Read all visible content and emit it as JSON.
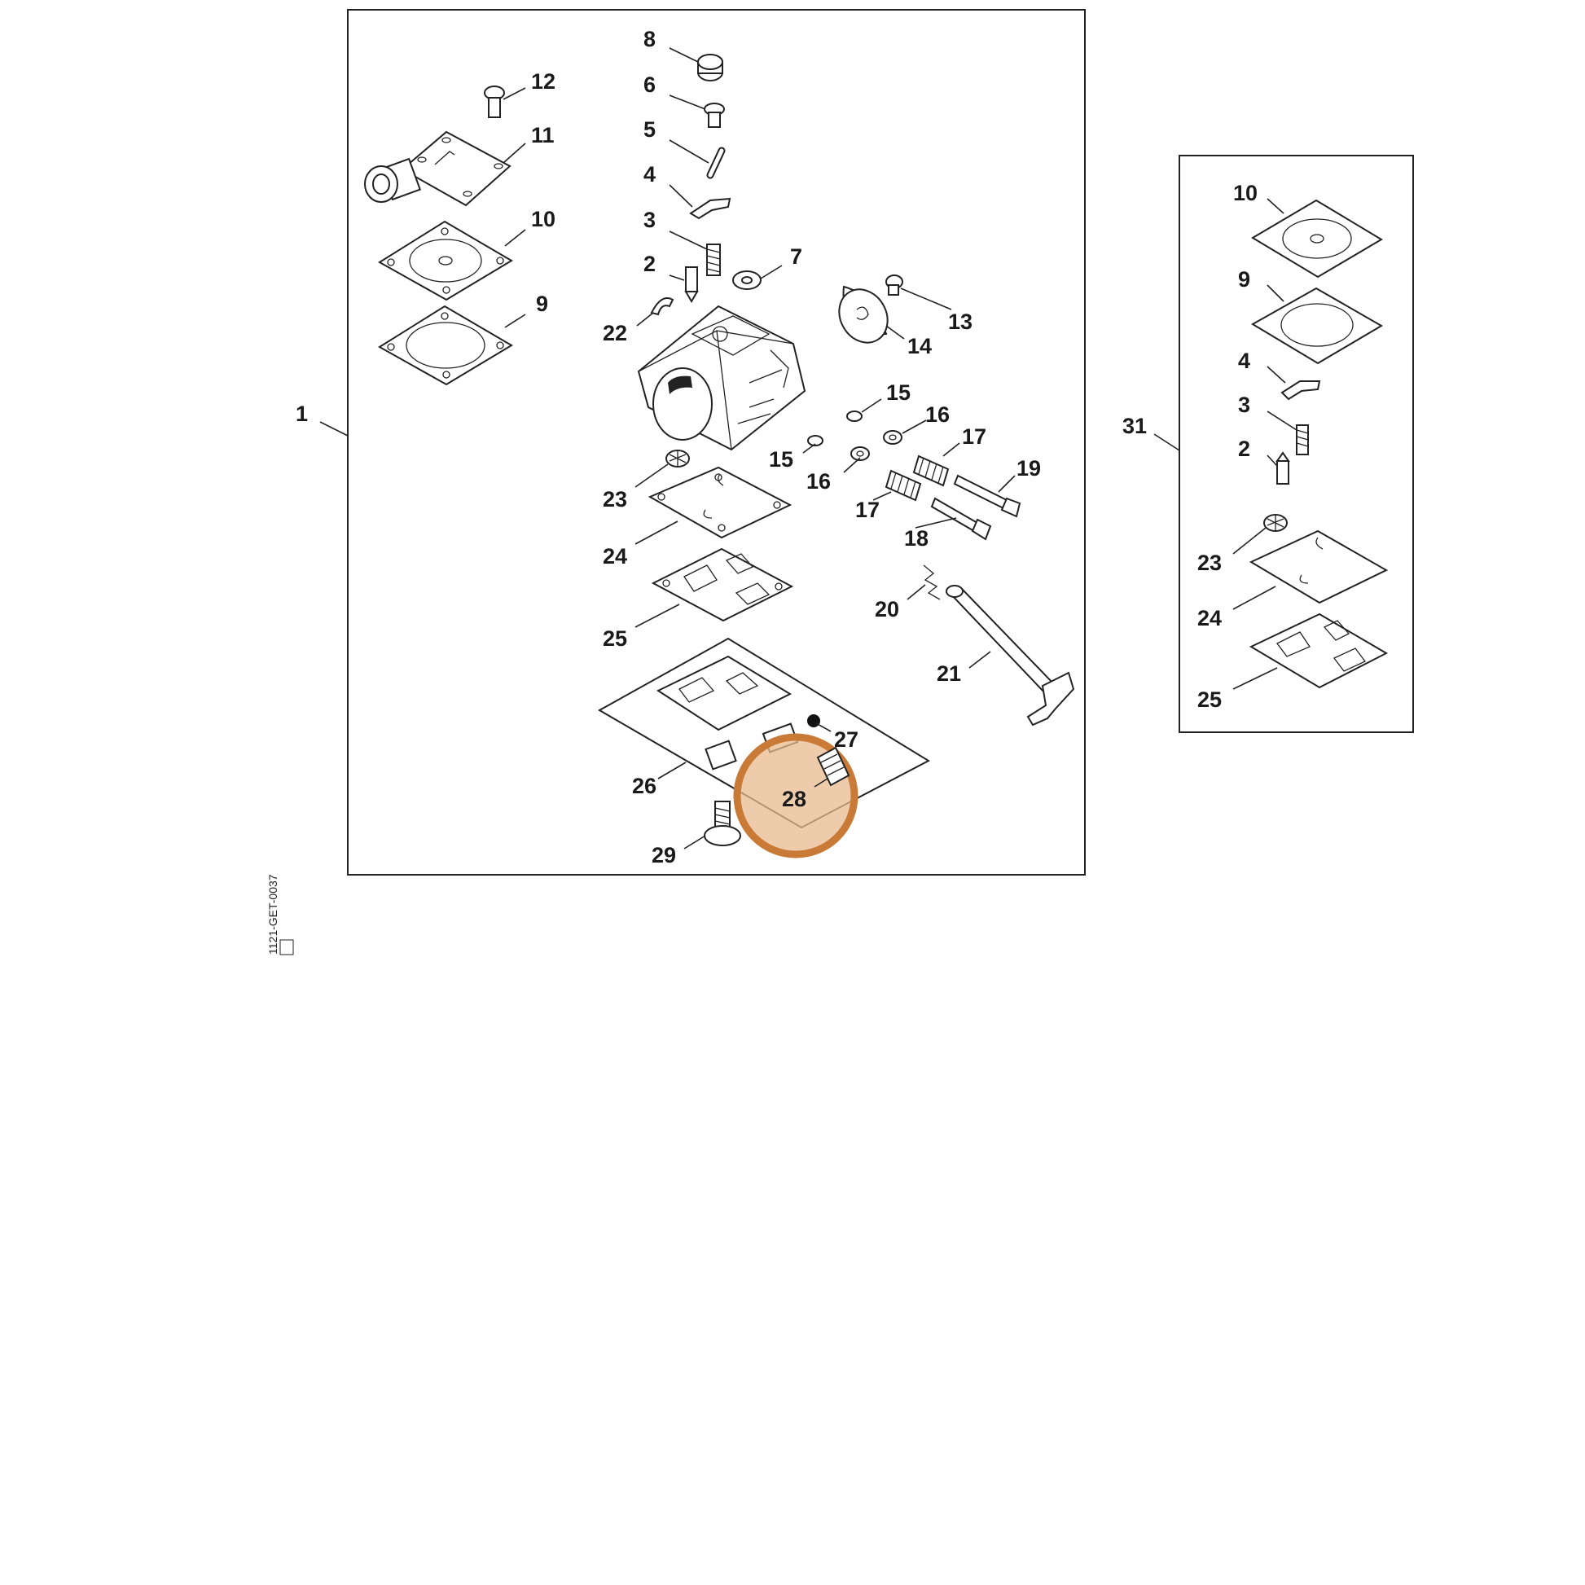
{
  "diagram": {
    "main_callout": "1",
    "kit_callout": "31",
    "drawing_code": "1121-GET-0037",
    "highlight_color": "#e8b98f",
    "highlight_stroke": "#c87a36",
    "highlighted_part": "28",
    "labels": {
      "p8": "8",
      "p6": "6",
      "p12": "12",
      "p5": "5",
      "p11": "11",
      "p4": "4",
      "p10": "10",
      "p3": "3",
      "p7": "7",
      "p2": "2",
      "p9": "9",
      "p13": "13",
      "p22": "22",
      "p14": "14",
      "p15a": "15",
      "p16a": "16",
      "p17a": "17",
      "p15b": "15",
      "p16b": "16",
      "p19": "19",
      "p23": "23",
      "p17b": "17",
      "p18": "18",
      "p24": "24",
      "p20": "20",
      "p25": "25",
      "p21": "21",
      "p27": "27",
      "p26": "26",
      "p28": "28",
      "p29": "29"
    },
    "kit_labels": {
      "k10": "10",
      "k9": "9",
      "k4": "4",
      "k3": "3",
      "k2": "2",
      "k23": "23",
      "k24": "24",
      "k25": "25"
    }
  }
}
